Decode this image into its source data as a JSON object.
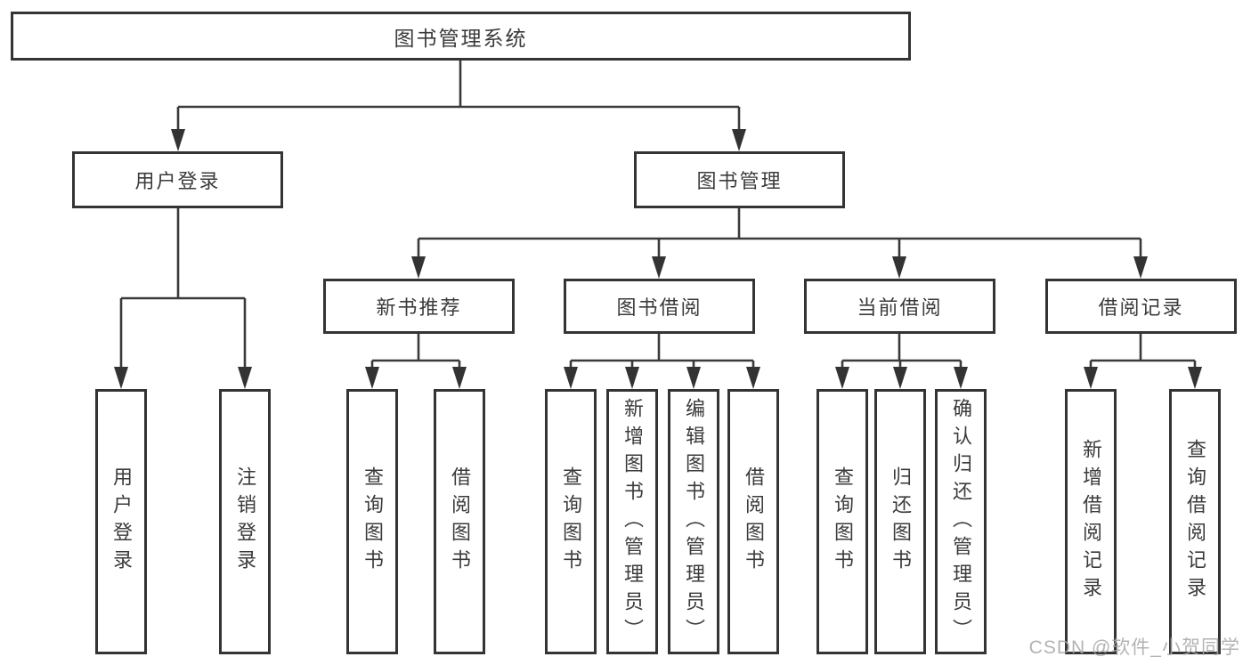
{
  "tree": {
    "label": "图书管理系统",
    "children": [
      {
        "label": "用户登录",
        "children": [
          {
            "label": "用户登录"
          },
          {
            "label": "注销登录"
          }
        ]
      },
      {
        "label": "图书管理",
        "children": [
          {
            "label": "新书推荐",
            "children": [
              {
                "label": "查询图书"
              },
              {
                "label": "借阅图书"
              }
            ]
          },
          {
            "label": "图书借阅",
            "children": [
              {
                "label": "查询图书"
              },
              {
                "label": "新增图书（管理员）"
              },
              {
                "label": "编辑图书（管理员）"
              },
              {
                "label": "借阅图书"
              }
            ]
          },
          {
            "label": "当前借阅",
            "children": [
              {
                "label": "查询图书"
              },
              {
                "label": "归还图书"
              },
              {
                "label": "确认归还（管理员）"
              }
            ]
          },
          {
            "label": "借阅记录",
            "children": [
              {
                "label": "新增借阅记录"
              },
              {
                "label": "查询借阅记录"
              }
            ]
          }
        ]
      }
    ]
  },
  "watermark": "CSDN @软件_小贺同学",
  "colors": {
    "line": "#3a3a3a",
    "box_border": "#343434",
    "text": "#3b3b3b",
    "watermark": "#a6a6a6",
    "background": "#ffffff"
  }
}
